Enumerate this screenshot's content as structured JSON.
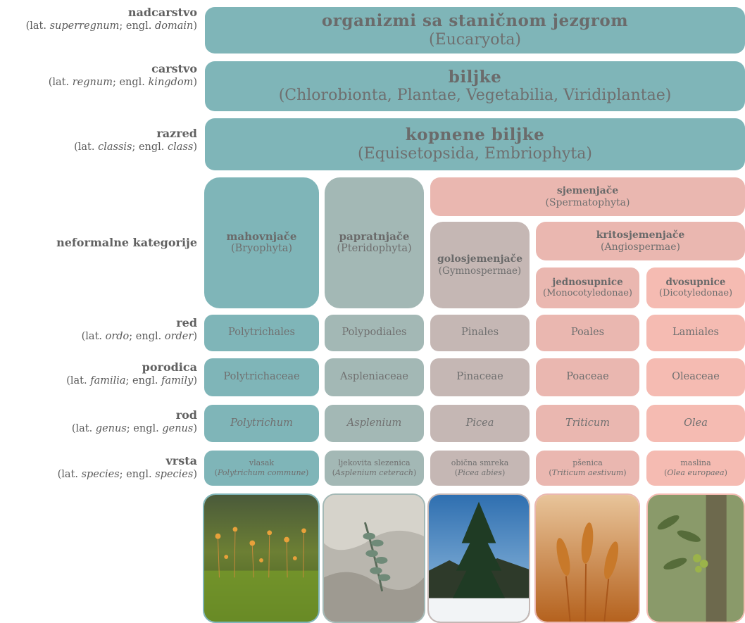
{
  "rank_labels": {
    "domain": {
      "title": "nadcarstvo",
      "lat": "superregnum",
      "engl": "domain"
    },
    "kingdom": {
      "title": "carstvo",
      "lat": "regnum",
      "engl": "kingdom"
    },
    "class": {
      "title": "razred",
      "lat": "classis",
      "engl": "class"
    },
    "informal": {
      "title": "neformalne kategorije"
    },
    "order": {
      "title": "red",
      "lat": "ordo",
      "engl": "order"
    },
    "family": {
      "title": "porodica",
      "lat": "familia",
      "engl": "family"
    },
    "genus": {
      "title": "rod",
      "lat": "genus",
      "engl": "genus"
    },
    "species": {
      "title": "vrsta",
      "lat": "species",
      "engl": "species"
    },
    "prefix_lat": "(lat. ",
    "sep_engl": "; engl. ",
    "suffix": ")"
  },
  "domain_box": {
    "title": "organizmi sa staničnom jezgrom",
    "latin": "(Eucaryota)"
  },
  "kingdom_box": {
    "title": "biljke",
    "latin": "(Chlorobionta, Plantae, Vegetabilia, Viridiplantae)"
  },
  "class_box": {
    "title": "kopnene biljke",
    "latin": "(Equisetopsida, Embriophyta)"
  },
  "groups": {
    "mosses": {
      "title": "mahovnjače",
      "latin": "(Bryophyta)"
    },
    "ferns": {
      "title": "papratnjače",
      "latin": "(Pteridophyta)"
    },
    "seed_plants": {
      "title": "sjemenjače",
      "latin": "(Spermatophyta)"
    },
    "gymnosperms": {
      "title": "golosjemenjače",
      "latin": "(Gymnospermae)"
    },
    "angiosperms": {
      "title": "kritosjemenjače",
      "latin": "(Angiospermae)"
    },
    "monocots": {
      "title": "jednosupnice",
      "latin": "(Monocotyledonae)"
    },
    "dicots": {
      "title": "dvosupnice",
      "latin": "(Dicotyledonae)"
    }
  },
  "columns": [
    {
      "order": "Polytrichales",
      "family": "Polytrichaceae",
      "genus": "Polytrichum",
      "species_common": "vlasak",
      "species_latin": "Polytrichum commune",
      "photo": "moss-photo",
      "color": "#7fb5b8"
    },
    {
      "order": "Polypodiales",
      "family": "Aspleniaceae",
      "genus": "Asplenium",
      "species_common": "ljekovita slezenica",
      "species_latin": "Asplenium ceterach",
      "photo": "fern-photo",
      "color": "#a3b8b5"
    },
    {
      "order": "Pinales",
      "family": "Pinaceae",
      "genus": "Picea",
      "species_common": "obična smreka",
      "species_latin": "Picea abies",
      "photo": "spruce-photo",
      "color": "#c5b7b4"
    },
    {
      "order": "Poales",
      "family": "Poaceae",
      "genus": "Triticum",
      "species_common": "pšenica",
      "species_latin": "Triticum aestivum",
      "photo": "wheat-photo",
      "color": "#eab7b0"
    },
    {
      "order": "Lamiales",
      "family": "Oleaceae",
      "genus": "Olea",
      "species_common": "maslina",
      "species_latin": "Olea europaea",
      "photo": "olive-photo",
      "color": "#f5bbb2"
    }
  ],
  "paren_open": "(",
  "paren_close": ")"
}
